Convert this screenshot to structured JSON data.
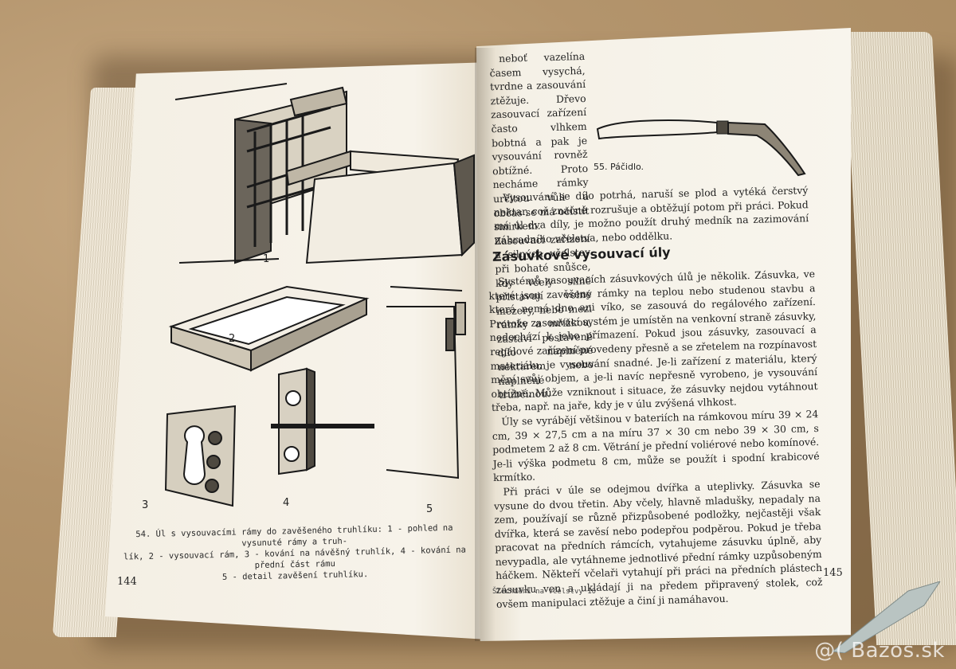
{
  "left_page": {
    "figure_labels": [
      "1",
      "2",
      "3",
      "4",
      "5"
    ],
    "caption_lines": [
      "54. Úl s vysouvacími rámy do zavěšeného truhlíku: 1 - pohled na vysunuté rámy a truh-",
      "lík, 2 - vysouvací rám, 3 - kování na návěšný truhlík, 4 - kování na přední část rámu",
      "5 - detail zavěšení truhlíku."
    ],
    "page_number": "144"
  },
  "right_page": {
    "top_paragraph": "neboť vazelína časem vysychá, tvrdne a zasouvání ztěžuje. Dřevo zasouvací zařízení často vlhkem bobtná a pak je vysouvání rovněž obtížné. Proto necháme rámky určitou vůli a občas se má očistit smirkem. Zasouvací zařízení u silných včelstev při bohaté snůšce, kdy včely silně přistavují volné mezery, nebo mezi rámky a mřížkou, zastaví postavené dílo naplněné nektarem nebo naplněné trubčinou.",
    "top_paragraph_cont": "Vysouvání se dílo potrhá, naruší se plod a vytéká čerstvý nektar, což značně rozrušuje a obtěžují potom při práci. Pokud má úl dva díly, je možno použít druhý medník na zazimování náhradního včelstva, nebo oddělku.",
    "figure_caption": "55. Páčidlo.",
    "heading": "Zásuvkové vysouvací úly",
    "paragraphs": [
      "Systémů zasouvacích zásuvkových úlů je několik. Zásuvka, ve které jsou zavěšeny rámky na teplou nebo studenou stavbu a která nemá dno ani víko, se zasouvá do regálového zařízení. Protože zasouvací systém je umístěn na venkovní straně zásuvky, nedochází k jeho přímazení. Pokud jsou zásuvky, zasouvací a regálové zařízení provedeny přesně a se zřetelem na rozpínavost materiálu, je vysouvání snadné. Je-li zařízení z materiálu, který mění svůj objem, a je-li navíc nepřesně vyrobeno, je vysouvání obtížné. Může vzniknout i situace, že zásuvky nejdou vytáhnout třeba, např. na jaře, kdy je v úlu zvýšená vlhkost.",
      "Úly se vyrábějí většinou v bateriích na rámkovou míru 39 × 24 cm, 39 × 27,5 cm a na míru 37 × 30 cm nebo 39 × 30 cm, s podmetem 2 až 8 cm. Větrání je přední voliérové nebo komínové. Je-li výška podmetu 8 cm, může se použít i spodní krabicové krmítko.",
      "Při práci v úle se odejmou dvířka a uteplivky. Zásuvka se vysune do dvou třetin. Aby včely, hlavně mladušky, nepadaly na zem, používají se různě přizpůsobené podložky, nejčastěji však dvířka, která se zavěsí nebo podepřou podpěrou. Pokud je třeba pracovat na předních rámcích, vytahujeme zásuvku úplně, aby nevypadla, ale vytáhneme jednotlivé přední rámky uzpůsobeným háčkem. Někteří včelaři vytahují při práci na předních plástech zásuvku ven a ukládají ji na předem připravený stolek, což ovšem manipulaci ztěžuje a činí ji namáhavou."
    ],
    "footer": "Šlechtění na včelstvy 10",
    "page_number": "145"
  },
  "watermark": "@( Bazos.sk"
}
